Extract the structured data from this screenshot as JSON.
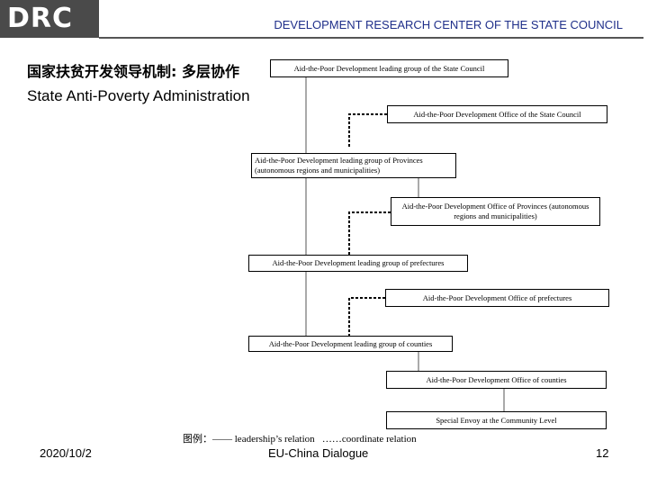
{
  "header": {
    "logo_text": "DRC",
    "organization": "DEVELOPMENT RESEARCH CENTER OF THE STATE COUNCIL"
  },
  "slide": {
    "title_cn": "国家扶贫开发领导机制: 多层协作",
    "title_en": "State Anti-Poverty Administration"
  },
  "boxes": {
    "state_group": "Aid-the-Poor Development leading group of the State Council",
    "state_office": "Aid-the-Poor Development Office of the State Council",
    "province_group": "Aid-the-Poor Development leading group of Provinces (autonomous regions and municipalities)",
    "province_office": "Aid-the-Poor Development Office of Provinces (autonomous regions and municipalities)",
    "prefecture_group": "Aid-the-Poor Development leading group of prefectures",
    "prefecture_office": "Aid-the-Poor Development Office of prefectures",
    "county_group": "Aid-the-Poor Development leading group of counties",
    "county_office": "Aid-the-Poor Development Office of counties",
    "special_envoy": "Special Envoy at the Community Level"
  },
  "legend": {
    "label": "图例：",
    "solid_symbol": "——",
    "solid_text": "leadership’s relation",
    "dotted_symbol": "……",
    "dotted_text": "coordinate relation"
  },
  "footer": {
    "date": "2020/10/2",
    "center": "EU-China Dialogue",
    "page": "12"
  }
}
